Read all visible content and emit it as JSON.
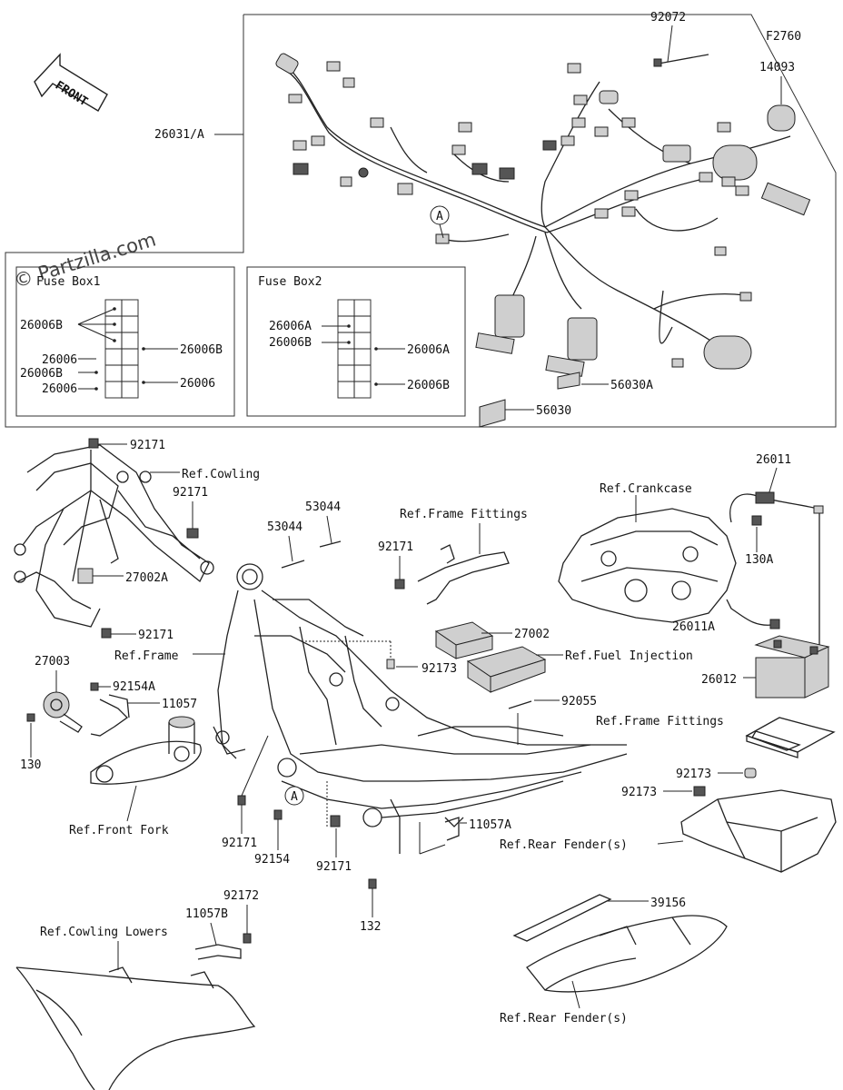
{
  "watermark": "© Partzilla.com",
  "figure_code": "F2760",
  "front_arrow": "FRONT",
  "callout_marker": "A",
  "fuse_box1": {
    "title": "Fuse Box1",
    "labels": [
      "26006B",
      "26006",
      "26006B",
      "26006",
      "26006B",
      "26006"
    ]
  },
  "fuse_box2": {
    "title": "Fuse Box2",
    "labels": [
      "26006A",
      "26006B",
      "26006A",
      "26006B"
    ]
  },
  "parts": {
    "p92072": "92072",
    "p14093": "14093",
    "p26031A": "26031/A",
    "p56030A": "56030A",
    "p56030": "56030",
    "p92171a": "92171",
    "p92171b": "92171",
    "p92171c": "92171",
    "p92171d": "92171",
    "p92171e": "92171",
    "p92171f": "92171",
    "p27002A": "27002A",
    "p27002": "27002",
    "p53044a": "53044",
    "p53044b": "53044",
    "p26011": "26011",
    "p130A": "130A",
    "p26011A": "26011A",
    "p26012": "26012",
    "p92173a": "92173",
    "p92173b": "92173",
    "p92173c": "92173",
    "p27003": "27003",
    "p92154A": "92154A",
    "p11057": "11057",
    "p130": "130",
    "p92055": "92055",
    "p92154": "92154",
    "p11057A": "11057A",
    "p132": "132",
    "p92172": "92172",
    "p11057B": "11057B",
    "p39156": "39156"
  },
  "refs": {
    "cowling": "Ref.Cowling",
    "frame_fittings1": "Ref.Frame Fittings",
    "crankcase": "Ref.Crankcase",
    "frame": "Ref.Frame",
    "fuel_injection": "Ref.Fuel Injection",
    "frame_fittings2": "Ref.Frame Fittings",
    "front_fork": "Ref.Front Fork",
    "rear_fender1": "Ref.Rear Fender(s)",
    "cowling_lowers": "Ref.Cowling Lowers",
    "rear_fender2": "Ref.Rear Fender(s)"
  }
}
